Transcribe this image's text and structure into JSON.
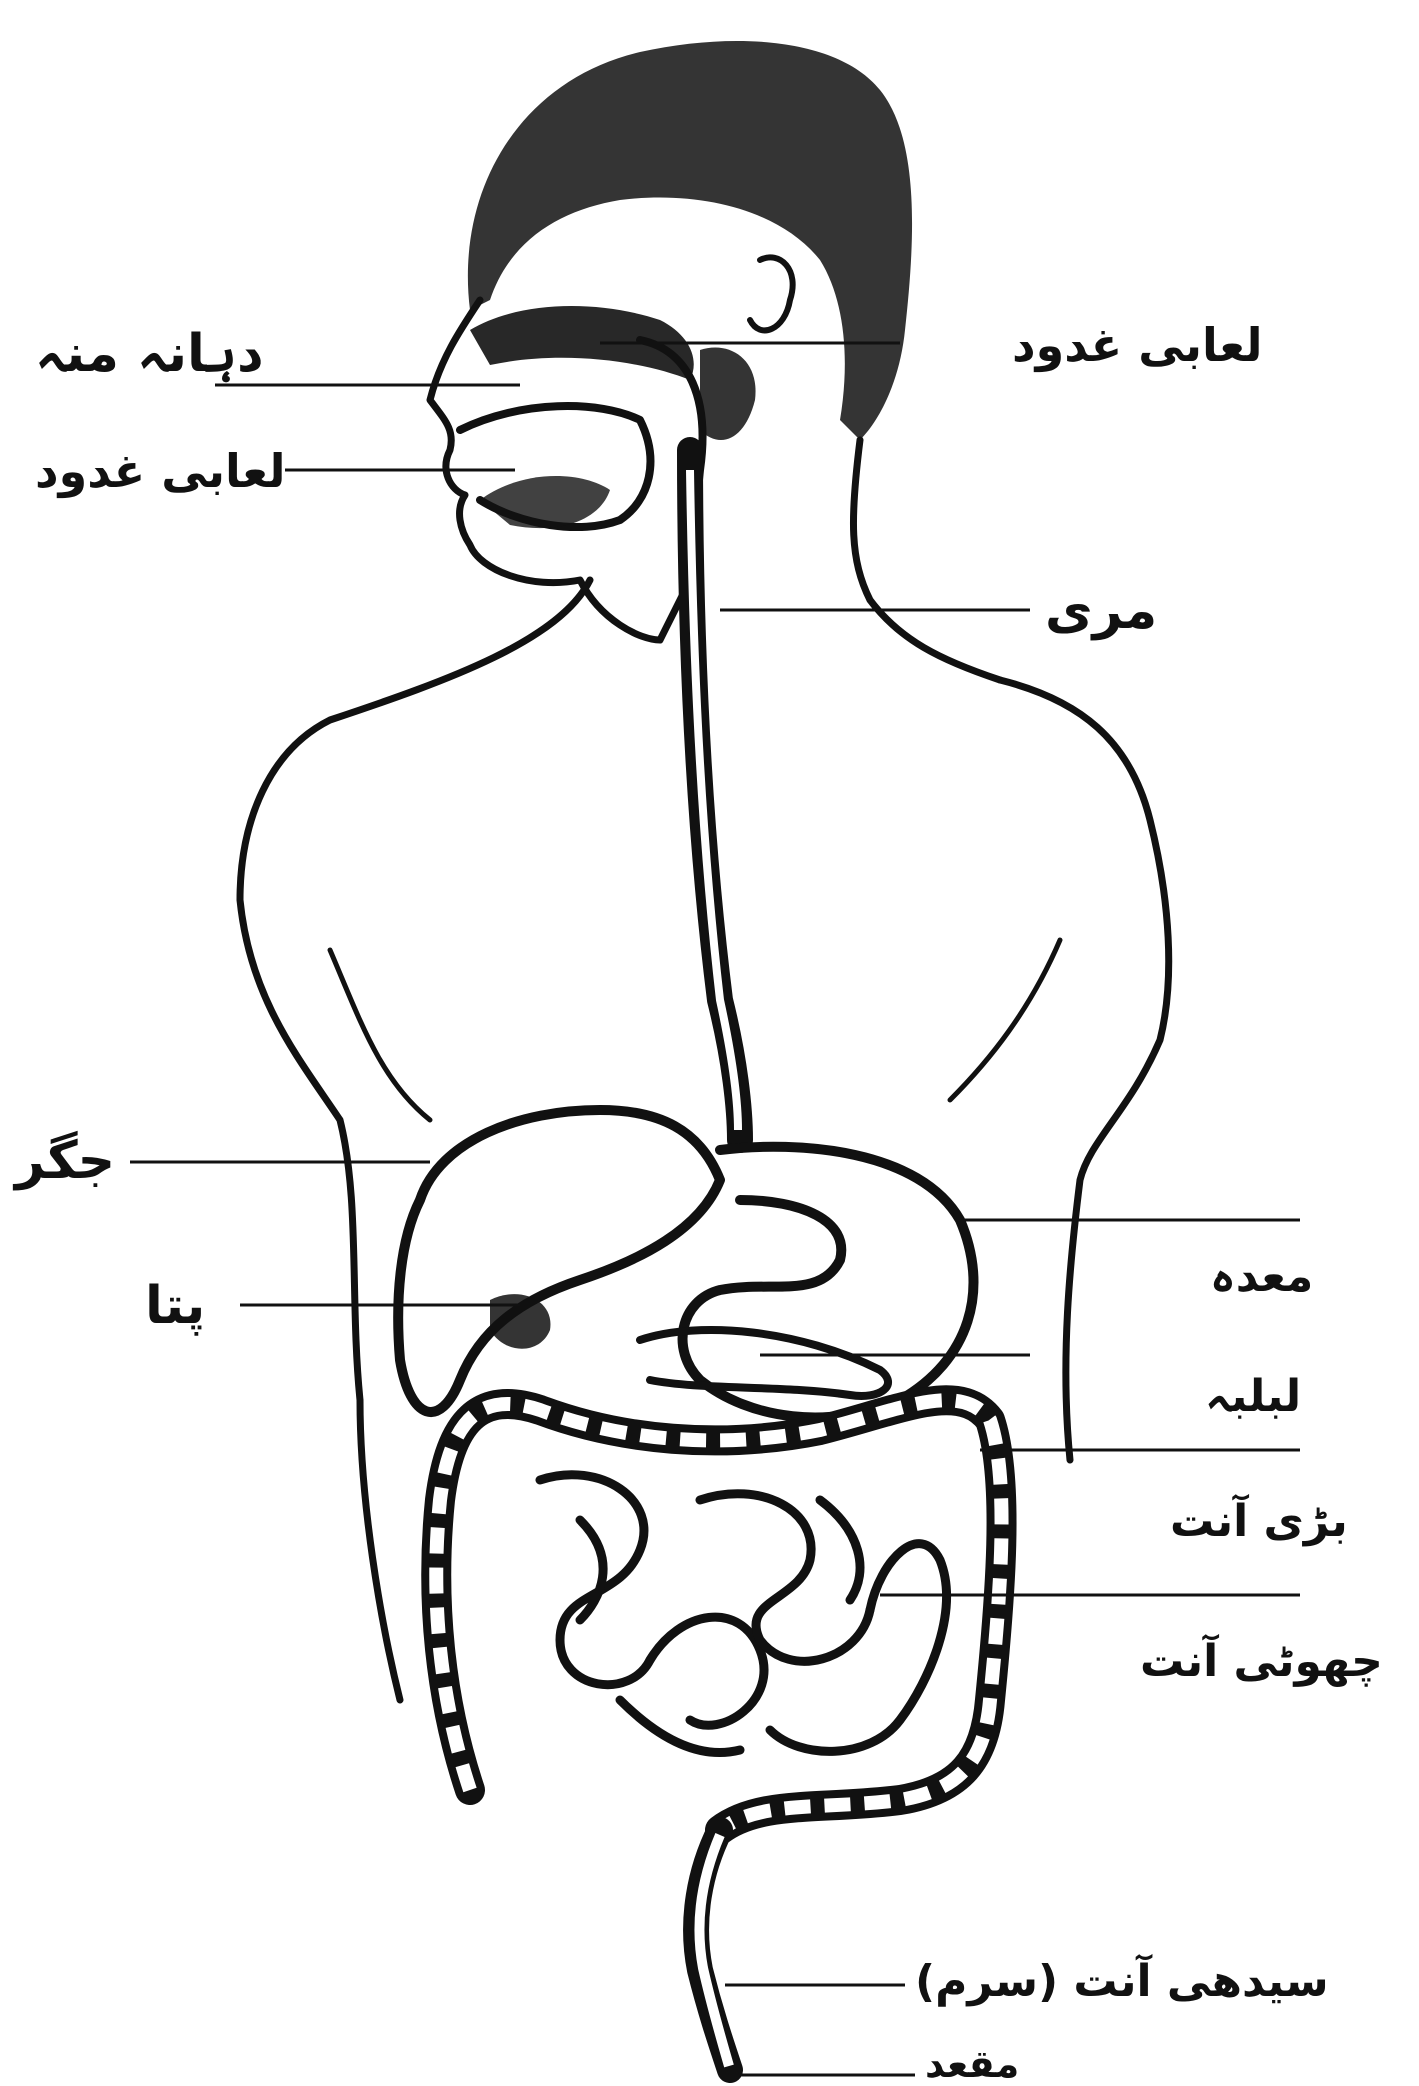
{
  "labels": {
    "mouth": "دہانہ منہ",
    "salivary_gland_left": "لعابی غدود",
    "salivary_gland_right": "لعابی غدود",
    "esophagus": "مری",
    "liver": "جگر",
    "gallbladder": "پتا",
    "stomach": "معدہ",
    "pancreas": "لبلبہ",
    "large_intestine": "بڑی آنت",
    "small_intestine": "چھوٹی آنت",
    "rectum": "سیدھی آنت (سرم)",
    "anus": "مقعد"
  },
  "colors": {
    "ink": "#111111",
    "background": "#ffffff"
  }
}
